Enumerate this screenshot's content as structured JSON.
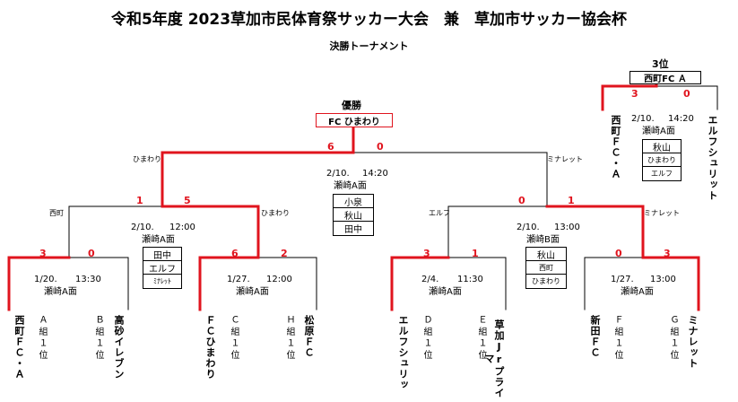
{
  "title": "令和5年度 2023草加市民体育祭サッカー大会　兼　草加市サッカー協会杯",
  "subtitle": "決勝トーナメント",
  "third_place": {
    "label": "3位",
    "winner": "西町FC Ａ",
    "score_left": "3",
    "score_right": "0",
    "date": "2/10.",
    "time": "14:20",
    "venue": "瀬崎A面",
    "team_left": "西町ＦＣ・Ａ",
    "team_right": "エルフシュリット",
    "officials": [
      "秋山",
      "ひまわり",
      "エルフ"
    ]
  },
  "final": {
    "label": "優勝",
    "winner": "FC ひまわり",
    "score_left": "6",
    "score_right": "0",
    "name_left": "ひまわり",
    "name_right": "ミナレット",
    "date": "2/10.",
    "time": "14:20",
    "venue": "瀬崎A面",
    "officials": [
      "小泉",
      "秋山",
      "田中"
    ]
  },
  "semis": [
    {
      "score_left": "1",
      "score_right": "5",
      "name_left": "西町",
      "name_right": "ひまわり",
      "date": "2/10.",
      "time": "12:00",
      "venue": "瀬崎A面",
      "officials": [
        "田中",
        "エルフ",
        "ﾐﾅﾚｯﾄ"
      ]
    },
    {
      "score_left": "0",
      "score_right": "1",
      "name_left": "エルフ",
      "name_right": "ミナレット",
      "date": "2/10.",
      "time": "13:00",
      "venue": "瀬崎B面",
      "officials": [
        "秋山",
        "西町",
        "ひまわり"
      ]
    }
  ],
  "quarters": [
    {
      "score_left": "3",
      "score_right": "0",
      "date": "1/20.",
      "time": "13:30",
      "venue": "瀬崎A面",
      "team_left": "西町ＦＣ・Ａ",
      "group_left": "Ａ組１位",
      "team_right": "高砂イレブン",
      "group_right": "Ｂ組１位"
    },
    {
      "score_left": "6",
      "score_right": "2",
      "date": "1/27.",
      "time": "12:00",
      "venue": "瀬崎A面",
      "team_left": "ＦＣひまわり",
      "group_left": "Ｃ組１位",
      "team_right": "松原ＦＣ",
      "group_right": "Ｈ組１位"
    },
    {
      "score_left": "3",
      "score_right": "1",
      "date": "2/4.",
      "time": "11:30",
      "venue": "瀬崎A面",
      "team_left": "エルフシュリッ",
      "group_left": "Ｄ組１位",
      "team_right": "草加Jrプライマ",
      "group_right": "Ｅ組１位"
    },
    {
      "score_left": "0",
      "score_right": "3",
      "date": "1/27.",
      "time": "13:00",
      "venue": "瀬崎A面",
      "team_left": "新田ＦＣ",
      "group_left": "Ｆ組１位",
      "team_right": "ミナレット",
      "group_right": "Ｇ組１位"
    }
  ],
  "colors": {
    "win_line": "#e0141e",
    "line": "#000000"
  }
}
